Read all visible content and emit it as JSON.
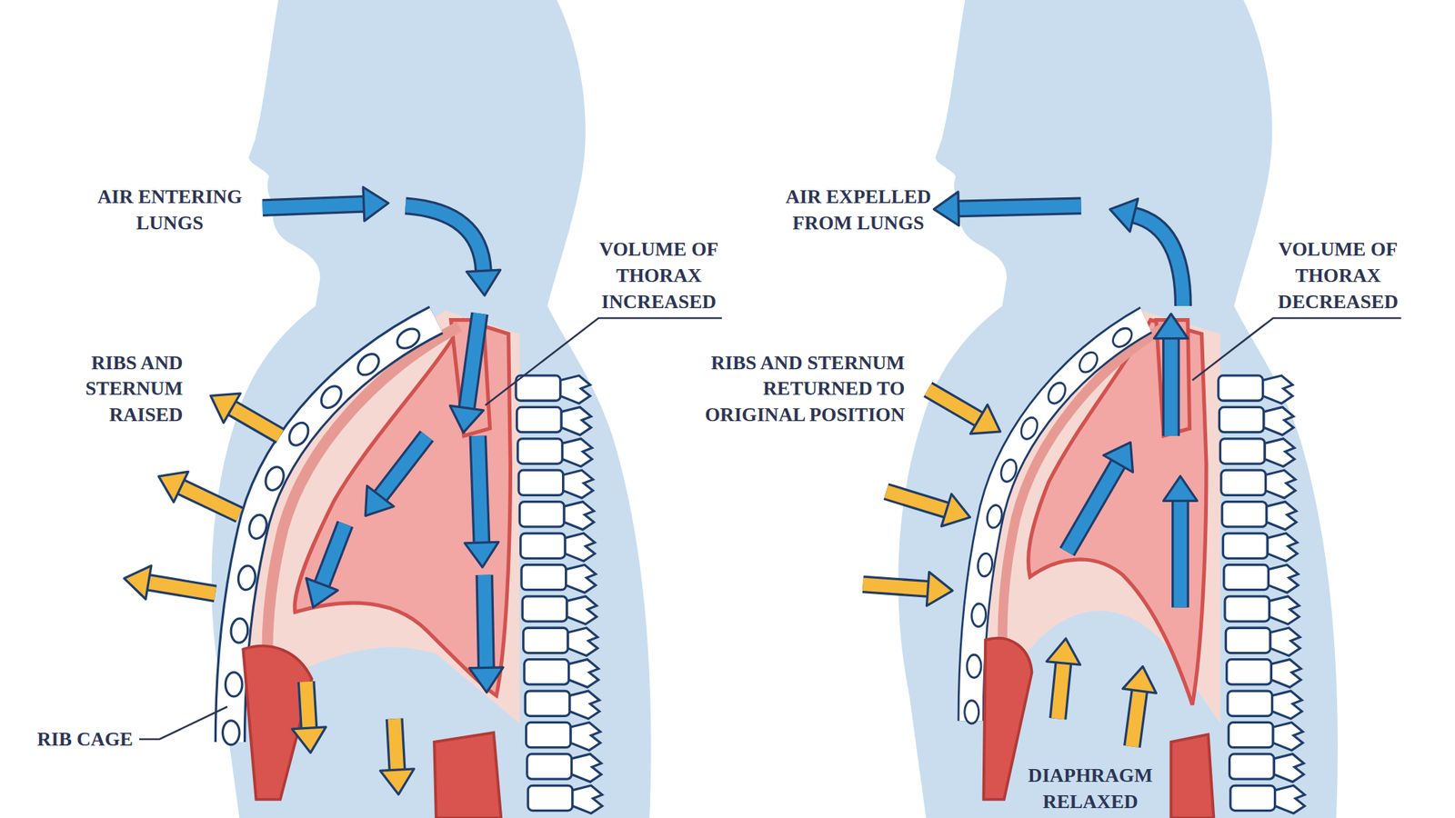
{
  "diagram": {
    "labels": [
      "AIR ENTERING LUNGS",
      "VOLUME OF THORAX INCREASED",
      "RIBS AND STERNUM RAISED",
      "RIB CAGE",
      "AIR EXPELLED FROM LUNGS",
      "VOLUME OF THORAX DECREASED",
      "RIBS AND STERNUM RETURNED TO ORIGINAL POSITION",
      "DIAPHRAGM RELAXED"
    ]
  }
}
